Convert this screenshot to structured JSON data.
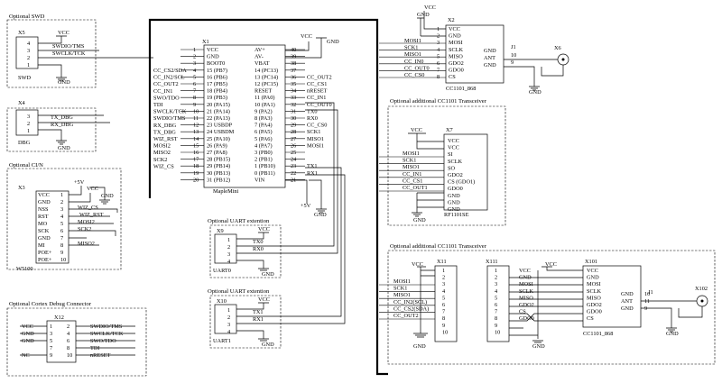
{
  "swd_block": {
    "title": "Optional SWD",
    "ref": "X5",
    "name": "SWD",
    "vcc": "VCC",
    "gnd": "GND",
    "pins": [
      "4",
      "3",
      "2",
      "1"
    ],
    "signals": [
      "SWDIO/TMS",
      "SWCLK/TCK"
    ]
  },
  "dbg_block": {
    "ref": "X4",
    "name": "DBG",
    "gnd": "GND",
    "pins": [
      "3",
      "2",
      "1"
    ],
    "signals": [
      "TX_DBG",
      "RX_DBG"
    ]
  },
  "w5100_block": {
    "title": "Optional CI/N",
    "ref": "X3",
    "name": "W5100",
    "left_pins": [
      "VCC",
      "GND",
      "NSS",
      "RST",
      "MO",
      "SCK",
      "GND",
      "MI",
      "POE+",
      "POE+"
    ],
    "pin_nums": [
      "1",
      "2",
      "3",
      "4",
      "5",
      "6",
      "7",
      "8",
      "9",
      "10"
    ],
    "signals": [
      "+5V",
      "VCC",
      "GND",
      "WIZ_CS",
      "WIZ_RST",
      "MOSI2",
      "SCK2",
      "MISO2"
    ]
  },
  "cortex_block": {
    "title": "Optional Cortex Debug Connector",
    "ref": "X12",
    "left_labels": [
      "VCC",
      "GND",
      "GND",
      "",
      "NC"
    ],
    "left_nums": [
      "1",
      "3",
      "5",
      "7",
      "9"
    ],
    "right_nums": [
      "2",
      "4",
      "6",
      "8",
      "10"
    ],
    "right_labels": [
      "SWDIO/TMS",
      "SWCLK/TCK",
      "SWO/TDO",
      "TDI",
      "nRESET"
    ]
  },
  "maple": {
    "ref": "X1",
    "name": "MapleMini",
    "vcc": "VCC",
    "gnd": "GND",
    "supply": "+5V",
    "left_nets": [
      "CC_CS2/SDA",
      "CC_IN2/SCL",
      "CC_OUT2",
      "CC_IN1",
      "SWO/TDO",
      "TDI",
      "SWCLK/TCK",
      "SWDIO/TMS",
      "RX_DBG",
      "TX_DBG",
      "WIZ_RST",
      "MOSI2",
      "MISO2",
      "SCK2",
      "WIZ_CS"
    ],
    "left_inner": [
      "VCC",
      "GND",
      "BOOT0",
      "15 (PB7)",
      "16 (PB6)",
      "17 (PB5)",
      "18 (PB4)",
      "19 (PB3)",
      "20 (PA15)",
      "21 (PA14)",
      "22 (PA13)",
      "23 USBDP",
      "24 USBDM",
      "25 (PA10)",
      "26 (PA9)",
      "27 (PA8)",
      "28 (PB15)",
      "29 (PB14)",
      "30 (PB13)",
      "31 (PB12)"
    ],
    "left_nums": [
      "1",
      "2",
      "3",
      "4",
      "5",
      "6",
      "7",
      "8",
      "9",
      "10",
      "11",
      "12",
      "13",
      "14",
      "15",
      "16",
      "17",
      "18",
      "19",
      "20"
    ],
    "right_inner": [
      "AV+",
      "AV-",
      "VBAT",
      "14 (PC13)",
      "13 (PC14)",
      "12 (PC15)",
      "RESET",
      "11 (PA0)",
      "10 (PA1)",
      "9 (PA2)",
      "8 (PA3)",
      "7 (PA4)",
      "6 (PA5)",
      "5 (PA6)",
      "4 (PA7)",
      "3 (PB0)",
      "2 (PB1)",
      "1 (PB10)",
      "0 (PB11)",
      "VIN"
    ],
    "right_nums": [
      "40",
      "39",
      "38",
      "37",
      "36",
      "35",
      "34",
      "33",
      "32",
      "31",
      "30",
      "29",
      "28",
      "27",
      "26",
      "25",
      "24",
      "23",
      "22",
      "21"
    ],
    "right_nets": [
      "",
      "",
      "",
      "",
      "CC_OUT2",
      "CC_CS1",
      "nRESET",
      "CC_IN1",
      "CC_OUT0",
      "TX0",
      "RX0",
      "CC_CS0",
      "SCK1",
      "MISO1",
      "MOSI1",
      "",
      "",
      "TX1",
      "RX1",
      ""
    ]
  },
  "uart0": {
    "title": "Optional UART extention",
    "ref": "X9",
    "name": "UART0",
    "vcc": "VCC",
    "gnd": "GND",
    "pins": [
      "1",
      "2",
      "3",
      "4"
    ],
    "signals": [
      "TX0",
      "RX0"
    ]
  },
  "uart1": {
    "title": "Optional UART extention",
    "ref": "X10",
    "name": "UART1",
    "vcc": "VCC",
    "gnd": "GND",
    "pins": [
      "1",
      "2",
      "3",
      "4"
    ],
    "signals": [
      "TX1",
      "RX1"
    ]
  },
  "cc1101_main": {
    "ref": "X2",
    "name": "CC1101_868",
    "vcc": "VCC",
    "gnd": "GND",
    "nets": [
      "MOSI1",
      "SCK1",
      "MISO1",
      "CC_IN0",
      "CC_OUT0",
      "CC_CS0"
    ],
    "pin_nums": [
      "1",
      "2",
      "3",
      "4",
      "5",
      "6",
      "7",
      "8"
    ],
    "pin_names": [
      "VCC",
      "GND",
      "MOSI",
      "SCLK",
      "MISO",
      "GDO2",
      "GDO0",
      "CS"
    ],
    "right_nums": [
      "10",
      "11",
      "9"
    ],
    "right_names": [
      "GND",
      "ANT",
      "GND"
    ],
    "conn_ref": "J1",
    "ant_ref": "X6",
    "ant_pins": [
      "11",
      "10",
      "9"
    ]
  },
  "rf1101": {
    "title": "Optional additional CC1101 Transceiver",
    "ref": "X7",
    "name": "RF1101SE",
    "vcc": "VCC",
    "gnd": "GND",
    "nets": [
      "MOSI1",
      "SCK1",
      "MISO1",
      "CC_IN1",
      "CC_CS1",
      "CC_OUT1"
    ],
    "pin_names": [
      "VCC",
      "VCC",
      "SI",
      "SCLK",
      "SO",
      "GDO2",
      "CS (GDO1)",
      "GDO0",
      "GND",
      "GND",
      "GND"
    ]
  },
  "cc1101_2": {
    "title": "Optional additional CC1101 Transceiver",
    "ref_a": "X11",
    "ref_b": "X111",
    "ref_c": "X101",
    "name": "CC1101_868",
    "vcc": "VCC",
    "gnd": "GND",
    "nets": [
      "MOSI1",
      "SCK1",
      "MISO1",
      "CC_IN2(SCL)",
      "CC_CS2(SDA)",
      "CC_OUT2"
    ],
    "pin_nums": [
      "1",
      "2",
      "3",
      "4",
      "5",
      "6",
      "7",
      "8",
      "9",
      "10"
    ],
    "b_labels": [
      "VCC",
      "GND",
      "MOSI",
      "SCLK",
      "MISO",
      "GDO2",
      "CS",
      "GDO0"
    ],
    "pin_names": [
      "VCC",
      "GND",
      "MOSI",
      "SCLK",
      "MISO",
      "GDO2",
      "GDO0",
      "CS"
    ],
    "right_nums": [
      "10",
      "11",
      "9"
    ],
    "right_names": [
      "GND",
      "ANT",
      "GND"
    ],
    "conn_ref": "J1",
    "ant_ref": "X102"
  }
}
